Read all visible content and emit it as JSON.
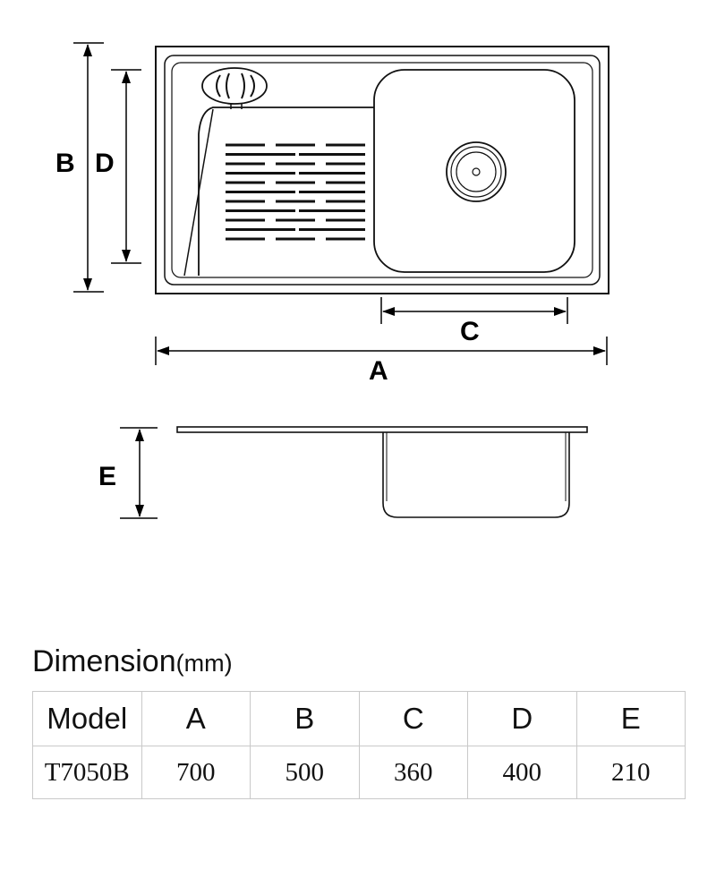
{
  "drawing": {
    "labels": {
      "a": "A",
      "b": "B",
      "c": "C",
      "d": "D",
      "e": "E"
    }
  },
  "table": {
    "title": "Dimension",
    "unit": "(mm)",
    "headers": [
      "Model",
      "A",
      "B",
      "C",
      "D",
      "E"
    ],
    "rows": [
      [
        "T7050B",
        "700",
        "500",
        "360",
        "400",
        "210"
      ]
    ]
  }
}
